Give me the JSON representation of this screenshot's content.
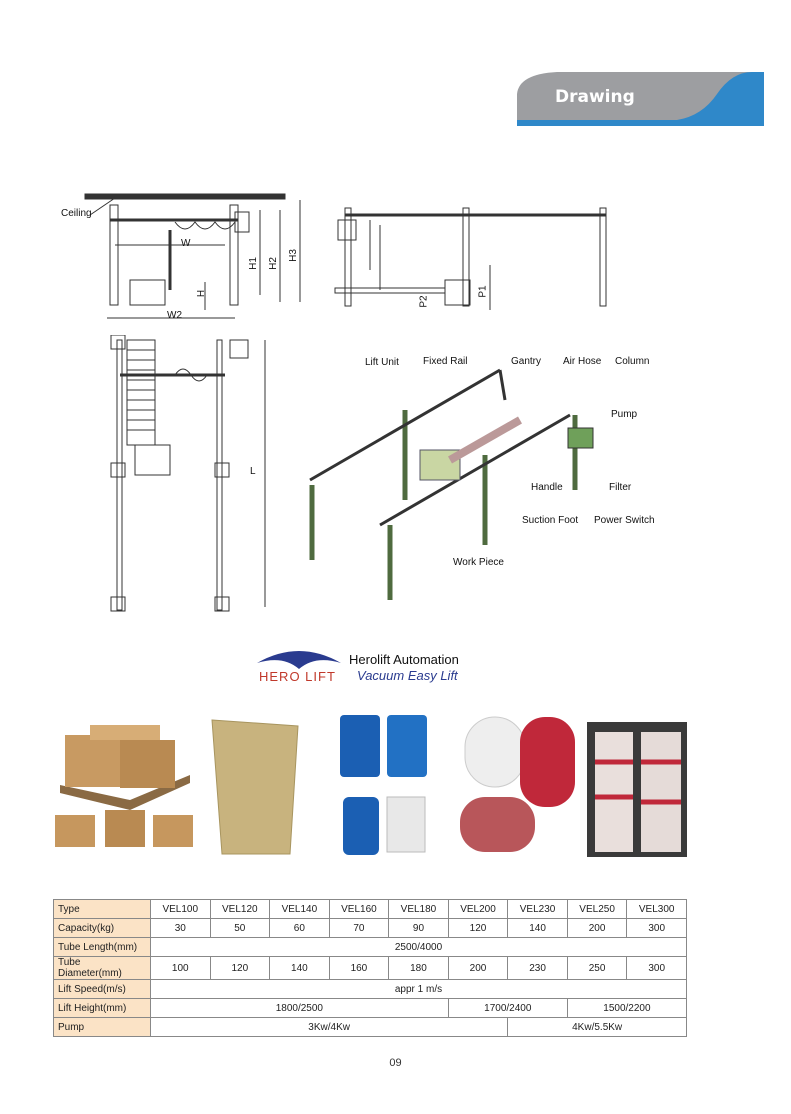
{
  "header": {
    "tab_label": "Drawing"
  },
  "drawing": {
    "dims": [
      "Ceiling",
      "W",
      "W2",
      "H",
      "H1",
      "H2",
      "H3",
      "P1",
      "P2",
      "L"
    ],
    "parts": [
      "Lift Unit",
      "Fixed Rail",
      "Gantry",
      "Air Hose",
      "Column",
      "Pump",
      "Handle",
      "Filter",
      "Suction Foot",
      "Power Switch",
      "Work Piece"
    ]
  },
  "brand": {
    "logo_text": "HERO LIFT",
    "name": "Herolift Automation",
    "slogan": "Vacuum Easy Lift"
  },
  "colors": {
    "tab_grey": "#9d9ea1",
    "tab_blue": "#2f88c9",
    "table_header": "#fbe3c6"
  },
  "spec_table": {
    "rows": [
      {
        "label": "Type",
        "cells": [
          {
            "v": "VEL100"
          },
          {
            "v": "VEL120"
          },
          {
            "v": "VEL140"
          },
          {
            "v": "VEL160"
          },
          {
            "v": "VEL180"
          },
          {
            "v": "VEL200"
          },
          {
            "v": "VEL230"
          },
          {
            "v": "VEL250"
          },
          {
            "v": "VEL300"
          }
        ]
      },
      {
        "label": "Capacity(kg)",
        "cells": [
          {
            "v": "30"
          },
          {
            "v": "50"
          },
          {
            "v": "60"
          },
          {
            "v": "70"
          },
          {
            "v": "90"
          },
          {
            "v": "120"
          },
          {
            "v": "140"
          },
          {
            "v": "200"
          },
          {
            "v": "300"
          }
        ]
      },
      {
        "label": "Tube Length(mm)",
        "cells": [
          {
            "v": "2500/4000",
            "span": 9
          }
        ]
      },
      {
        "label": "Tube Diameter(mm)",
        "cells": [
          {
            "v": "100"
          },
          {
            "v": "120"
          },
          {
            "v": "140"
          },
          {
            "v": "160"
          },
          {
            "v": "180"
          },
          {
            "v": "200"
          },
          {
            "v": "230"
          },
          {
            "v": "250"
          },
          {
            "v": "300"
          }
        ]
      },
      {
        "label": "Lift Speed(m/s)",
        "cells": [
          {
            "v": "appr 1 m/s",
            "span": 9
          }
        ]
      },
      {
        "label": "Lift Height(mm)",
        "cells": [
          {
            "v": "1800/2500",
            "span": 5
          },
          {
            "v": "1700/2400",
            "span": 2
          },
          {
            "v": "1500/2200",
            "span": 2
          }
        ]
      },
      {
        "label": "Pump",
        "cells": [
          {
            "v": "3Kw/4Kw",
            "span": 6
          },
          {
            "v": "4Kw/5.5Kw",
            "span": 3
          }
        ]
      }
    ]
  },
  "page_number": "09"
}
